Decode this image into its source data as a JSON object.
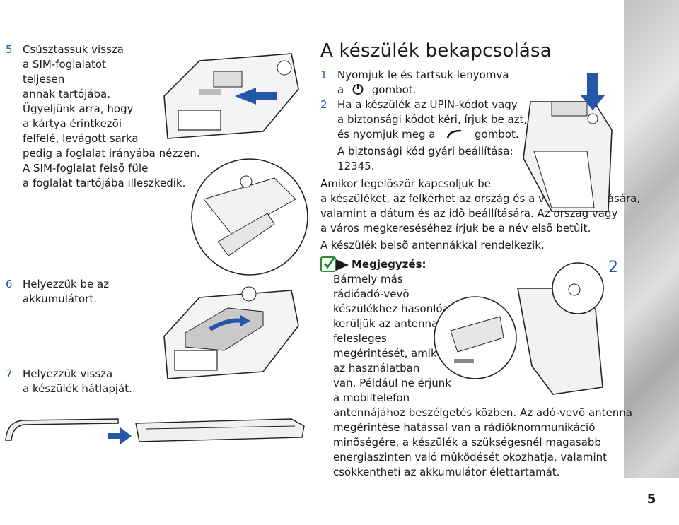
{
  "left_steps": [
    {
      "num": "5",
      "lines": [
        "Csúsztassuk vissza",
        "a SIM-foglalatot",
        "teljesen",
        "annak tartójába.",
        "Ügyeljünk arra, hogy",
        "a kártya érintkezõi",
        "felfelé, levágott sarka",
        "pedig a foglalat irányába nézzen.",
        "A SIM-foglalat felsõ füle",
        "a foglalat tartójába illeszkedik."
      ]
    },
    {
      "num": "6",
      "lines": [
        "Helyezzük be az",
        "akkumulátort."
      ]
    },
    {
      "num": "7",
      "lines": [
        "Helyezzük vissza",
        "a készülék hátlapját."
      ]
    }
  ],
  "section": {
    "title": "A készülék bekapcsolása",
    "step1": {
      "num": "1",
      "line1": "Nyomjuk le és tartsuk lenyomva",
      "line2_pre": "a",
      "line2_post": "gombot.",
      "icon": "power-key-icon"
    },
    "step2": {
      "num": "2",
      "line1": "Ha a készülék az UPIN-kódot vagy",
      "line2": "a biztonsági kódot kéri, írjuk be azt,",
      "line3_pre": "és nyomjuk meg a",
      "line3_post": "gombot.",
      "icon": "left-selection-key-icon",
      "line4": "A biztonsági kód gyári beállítása:",
      "line5": "12345."
    },
    "para1": [
      "Amikor legelõször kapcsoljuk be",
      "a készüléket, az felkérhet az ország és a város megadására,",
      "valamint a dátum és az idõ beállítására. Az ország vagy",
      "a város megkereséséhez írjuk be a név elsõ betûit."
    ],
    "para2": "A készülék belsõ antennákkal rendelkezik."
  },
  "note": {
    "heading": "Megjegyzés:",
    "icon": "note-icon",
    "lines": [
      "Bármely más",
      "rádióadó-vevõ",
      "készülékhez hasonlóan",
      "kerüljük az antenna",
      "felesleges",
      "megérintését, amikor",
      "az használatban",
      "van. Például ne érjünk",
      "a mobiltelefon"
    ],
    "cont": [
      "antennájához beszélgetés közben. Az adó-vevõ antenna",
      "megérintése hatással van a rádióknommunikáció",
      "minõségére, a készülék a szükségesnél magasabb",
      "energiaszinten való mûködését okozhatja, valamint",
      "csökkentheti az akkumulátor élettartamát."
    ]
  },
  "callouts": {
    "one": "1",
    "two": "2"
  },
  "page_number": "5",
  "colors": {
    "accent": "#2457a8",
    "text": "#1a1a1a"
  }
}
